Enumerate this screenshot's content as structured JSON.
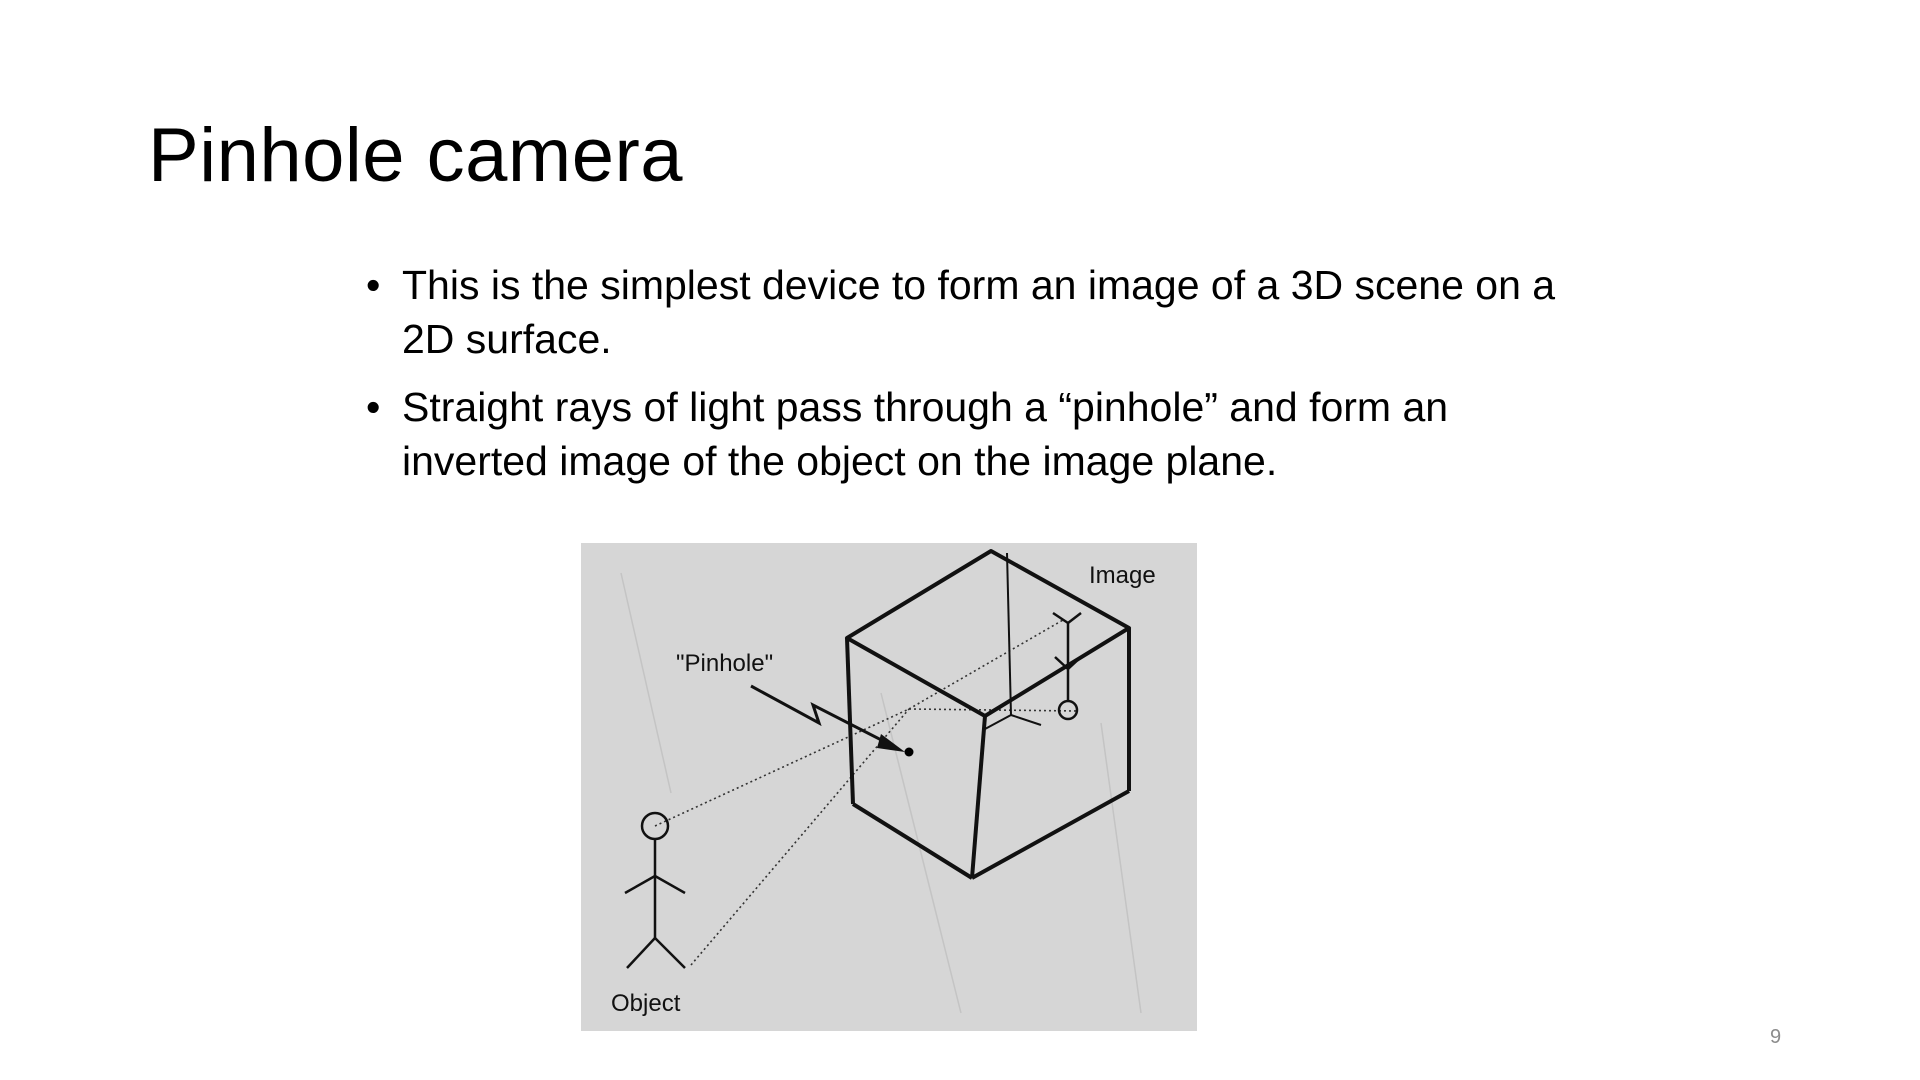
{
  "slide": {
    "title": "Pinhole camera",
    "bullets": [
      "This is the simplest device to form an image of a 3D scene on a 2D surface.",
      "Straight rays of light pass through a “pinhole” and form an inverted image of the object on the image plane."
    ],
    "bullet_symbol": "•",
    "page_number": "9"
  },
  "figure": {
    "labels": {
      "image": "Image",
      "pinhole": "\"Pinhole\"",
      "object": "Object"
    },
    "background_color": "#d6d6d6"
  }
}
